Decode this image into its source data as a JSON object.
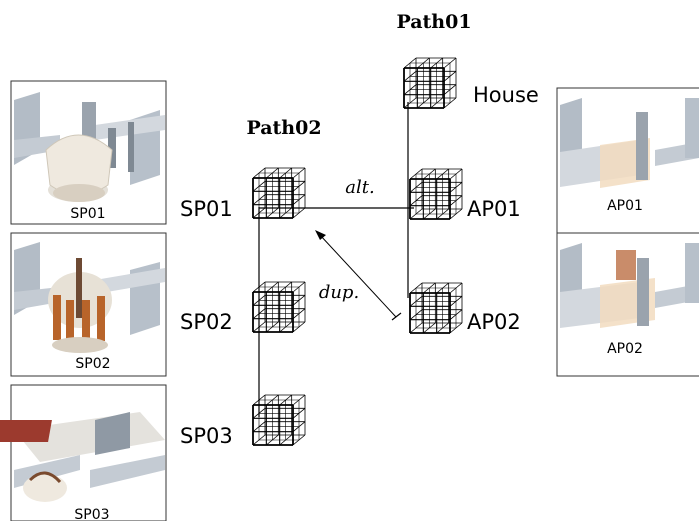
{
  "paths": {
    "path01_title": "Path01",
    "path02_title": "Path02"
  },
  "nodes": {
    "house": "House",
    "ap01": "AP01",
    "ap02": "AP02",
    "sp01": "SP01",
    "sp02": "SP02",
    "sp03": "SP03"
  },
  "edges": {
    "alt_label": "alt.",
    "dup_label": "dup."
  },
  "thumbnails": {
    "left": [
      "SP01",
      "SP02",
      "SP03"
    ],
    "right": [
      "AP01",
      "AP02"
    ]
  },
  "colors": {
    "stroke": "#000000",
    "wall": "#c9cfd6",
    "wall_dark": "#8d96a0",
    "floor": "#e9e6e0",
    "overlay": "#f2dcc0",
    "pillar": "#b8642a",
    "red": "#9c3a2e"
  }
}
